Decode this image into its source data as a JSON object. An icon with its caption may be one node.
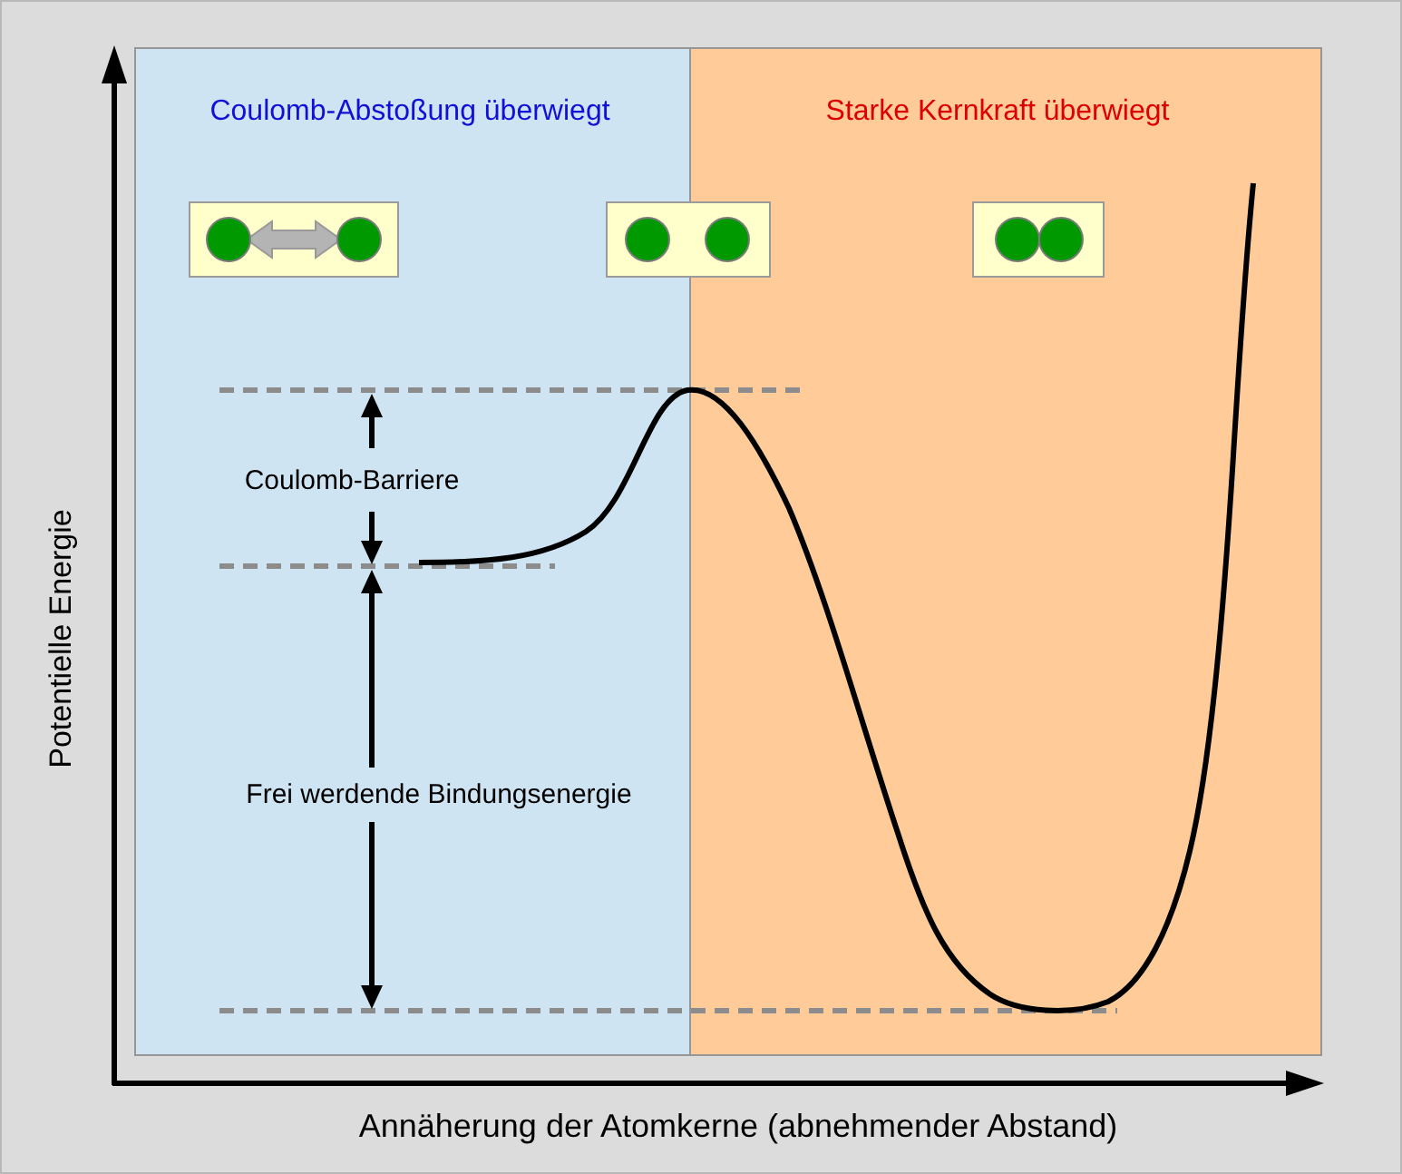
{
  "diagram": {
    "nodes": [
      {
        "text": [
          "Coulomb-Abstoßung überwiegt"
        ]
      },
      {
        "text": [
          "Starke Kernkraft überwiegt"
        ]
      }
    ],
    "labels": [
      "Coulomb-Barriere",
      "Potentielle Energie",
      "Frei werdende Bindungsenergie",
      "Annäherung der Atomkerne (abnehmender Abstand)"
    ]
  }
}
